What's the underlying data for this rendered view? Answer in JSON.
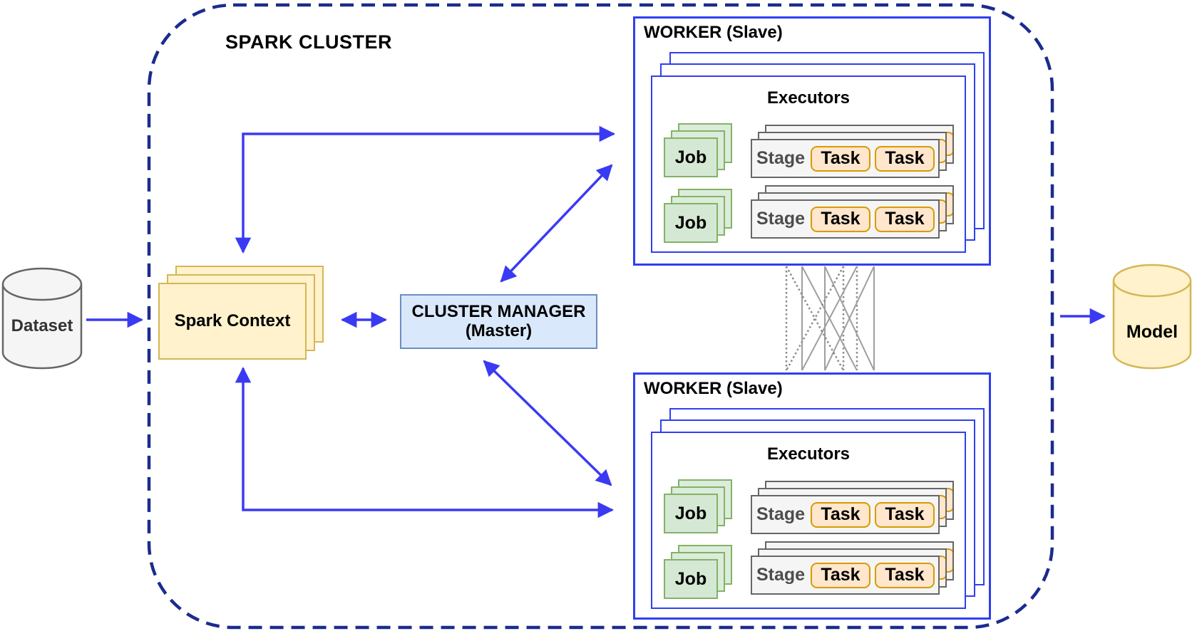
{
  "title": "SPARK CLUSTER",
  "nodes": {
    "dataset": "Dataset",
    "model": "Model",
    "spark_context": "Spark Context",
    "cluster_manager_line1": "CLUSTER MANAGER",
    "cluster_manager_line2": "(Master)"
  },
  "workers": [
    {
      "title": "WORKER (Slave)",
      "executors_label": "Executors",
      "rows": [
        {
          "job": "Job",
          "stage": "Stage",
          "tasks": [
            "Task",
            "Task"
          ]
        },
        {
          "job": "Job",
          "stage": "Stage",
          "tasks": [
            "Task",
            "Task"
          ]
        }
      ]
    },
    {
      "title": "WORKER (Slave)",
      "executors_label": "Executors",
      "rows": [
        {
          "job": "Job",
          "stage": "Stage",
          "tasks": [
            "Task",
            "Task"
          ]
        },
        {
          "job": "Job",
          "stage": "Stage",
          "tasks": [
            "Task",
            "Task"
          ]
        }
      ]
    }
  ],
  "colors": {
    "arrow": "#3a3af3",
    "box-blue": "#2f3ff0",
    "cluster-dash": "#1c2b8f",
    "yellow-fill": "#fff2cc",
    "yellow-stroke": "#d6b656",
    "lightblue-fill": "#dae8fc",
    "lightblue-stroke": "#6c8ebf",
    "green-fill": "#d5e8d4",
    "green-stroke": "#82b366",
    "orange-fill": "#ffe6cc",
    "orange-stroke": "#d79b00",
    "gray-fill": "#f5f5f5",
    "gray-stroke": "#666666",
    "stage-text": "#4d4d4d",
    "mesh": "#9e9e9e"
  }
}
